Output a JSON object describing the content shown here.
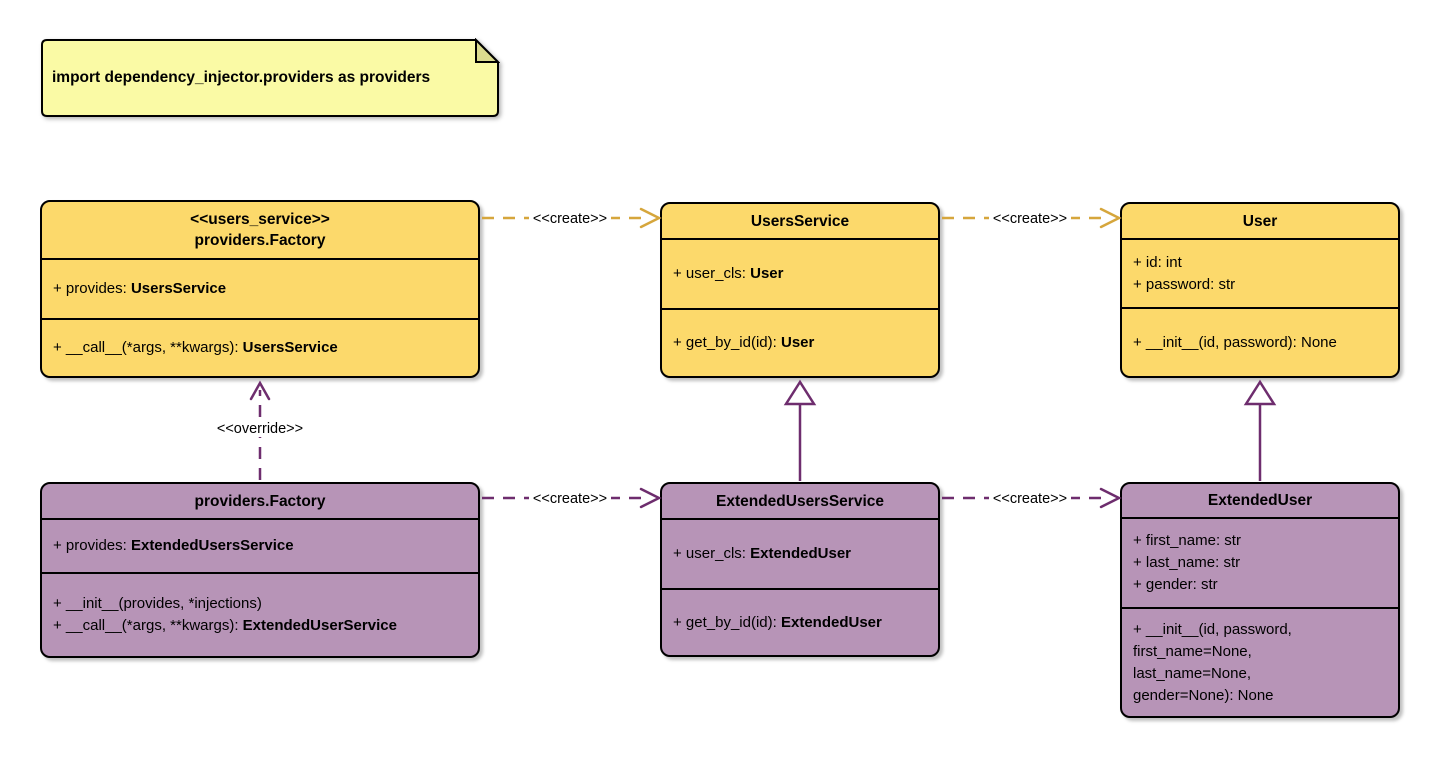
{
  "note": {
    "text": "import dependency_injector.providers as providers"
  },
  "edges": {
    "create_label": "<<create>>",
    "override_label": "<<override>>"
  },
  "colors": {
    "yellow_fill": "#FCD96B",
    "purple_fill": "#B794B7",
    "note_fill": "#FAFAA5",
    "note_fold": "#DBDB8E",
    "amber_edge": "#D6A63C",
    "purple_edge": "#6E2D6E"
  },
  "classes": [
    {
      "stereotype": "<<users_service>>",
      "name": "providers.Factory",
      "attributes": [
        {
          "pre": "+ provides: ",
          "type": "UsersService"
        }
      ],
      "methods": [
        {
          "pre": "+ __call__(*args, **kwargs): ",
          "type": "UsersService"
        }
      ]
    },
    {
      "name": "UsersService",
      "attributes": [
        {
          "pre": "+ user_cls: ",
          "type": "User"
        }
      ],
      "methods": [
        {
          "pre": "+ get_by_id(id): ",
          "type": "User"
        }
      ]
    },
    {
      "name": "User",
      "attributes": [
        {
          "pre": "+ id: int"
        },
        {
          "pre": "+ password: str"
        }
      ],
      "methods": [
        {
          "pre": "+ __init__(id, password): None"
        }
      ]
    },
    {
      "name": "providers.Factory",
      "attributes": [
        {
          "pre": "+ provides: ",
          "type": "ExtendedUsersService"
        }
      ],
      "methods": [
        {
          "pre": "+ __init__(provides, *injections)"
        },
        {
          "pre": "+ __call__(*args, **kwargs): ",
          "type": "ExtendedUserService"
        }
      ]
    },
    {
      "name": "ExtendedUsersService",
      "attributes": [
        {
          "pre": "+ user_cls: ",
          "type": "ExtendedUser"
        }
      ],
      "methods": [
        {
          "pre": "+ get_by_id(id): ",
          "type": "ExtendedUser"
        }
      ]
    },
    {
      "name": "ExtendedUser",
      "attributes": [
        {
          "pre": "+ first_name: str"
        },
        {
          "pre": "+ last_name: str"
        },
        {
          "pre": "+ gender: str"
        }
      ],
      "methods": [
        {
          "pre": "+ __init__(id, password,"
        },
        {
          "pre": "first_name=None,"
        },
        {
          "pre": "last_name=None,"
        },
        {
          "pre": "gender=None): None"
        }
      ]
    }
  ]
}
